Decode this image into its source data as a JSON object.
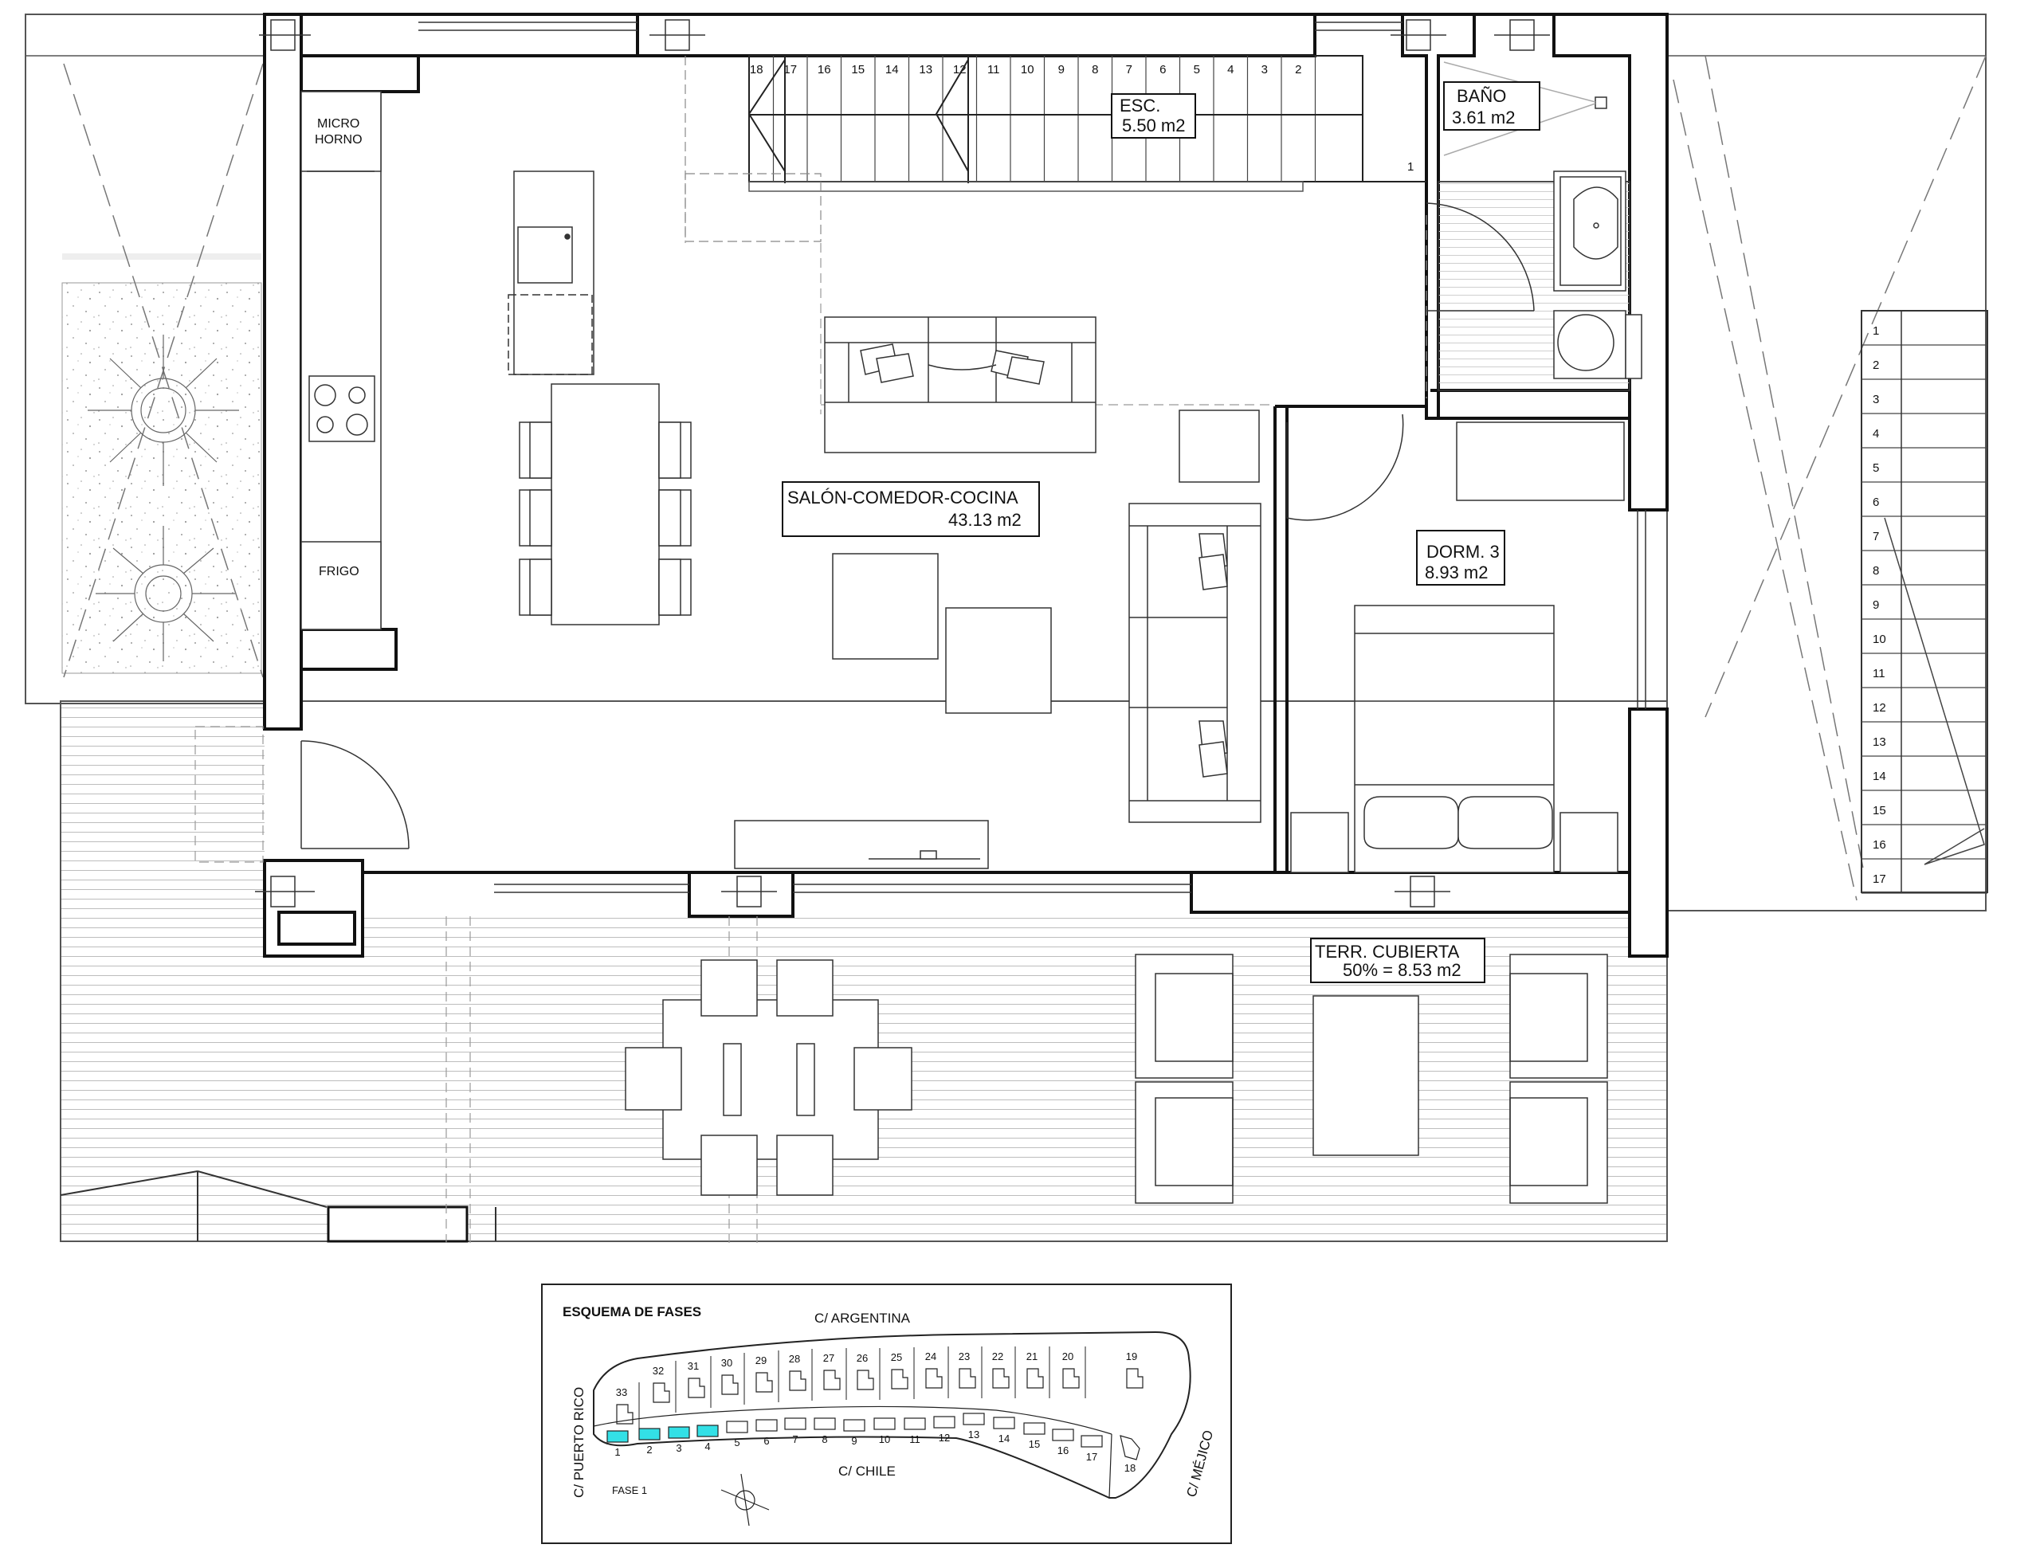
{
  "rooms": {
    "esc": {
      "name": "ESC.",
      "area": "5.50 m2"
    },
    "bano": {
      "name": "BAÑO",
      "area": "3.61 m2"
    },
    "salon": {
      "name": "SALÓN-COMEDOR-COCINA",
      "area": "43.13 m2"
    },
    "dorm": {
      "name": "DORM. 3",
      "area": "8.93 m2"
    },
    "terraza": {
      "name": "TERR. CUBIERTA",
      "area": "50% = 8.53 m2"
    }
  },
  "appliances": {
    "micro_1": "MICRO",
    "micro_2": "HORNO",
    "frigo": "FRIGO"
  },
  "stair_top": [
    "18",
    "17",
    "16",
    "15",
    "14",
    "13",
    "12",
    "11",
    "10",
    "9",
    "8",
    "7",
    "6",
    "5",
    "4",
    "3",
    "2"
  ],
  "stair_top_first": "1",
  "stair_right": [
    "1",
    "2",
    "3",
    "4",
    "5",
    "6",
    "7",
    "8",
    "9",
    "10",
    "11",
    "12",
    "13",
    "14",
    "15",
    "16",
    "17"
  ],
  "phases": {
    "title": "ESQUEMA DE FASES",
    "streets": {
      "north": "C/ ARGENTINA",
      "south": "C/ CHILE",
      "west": "C/ PUERTO RICO",
      "east": "C/ MÉJICO"
    },
    "phase_label": "FASE 1",
    "north_lots": [
      "33",
      "32",
      "31",
      "30",
      "29",
      "28",
      "27",
      "26",
      "25",
      "24",
      "23",
      "22",
      "21",
      "20",
      "19"
    ],
    "south_lots": [
      "1",
      "2",
      "3",
      "4",
      "5",
      "6",
      "7",
      "8",
      "9",
      "10",
      "11",
      "12",
      "13",
      "14",
      "15",
      "16",
      "17",
      "18"
    ],
    "highlight_color": "#33e0e6"
  }
}
